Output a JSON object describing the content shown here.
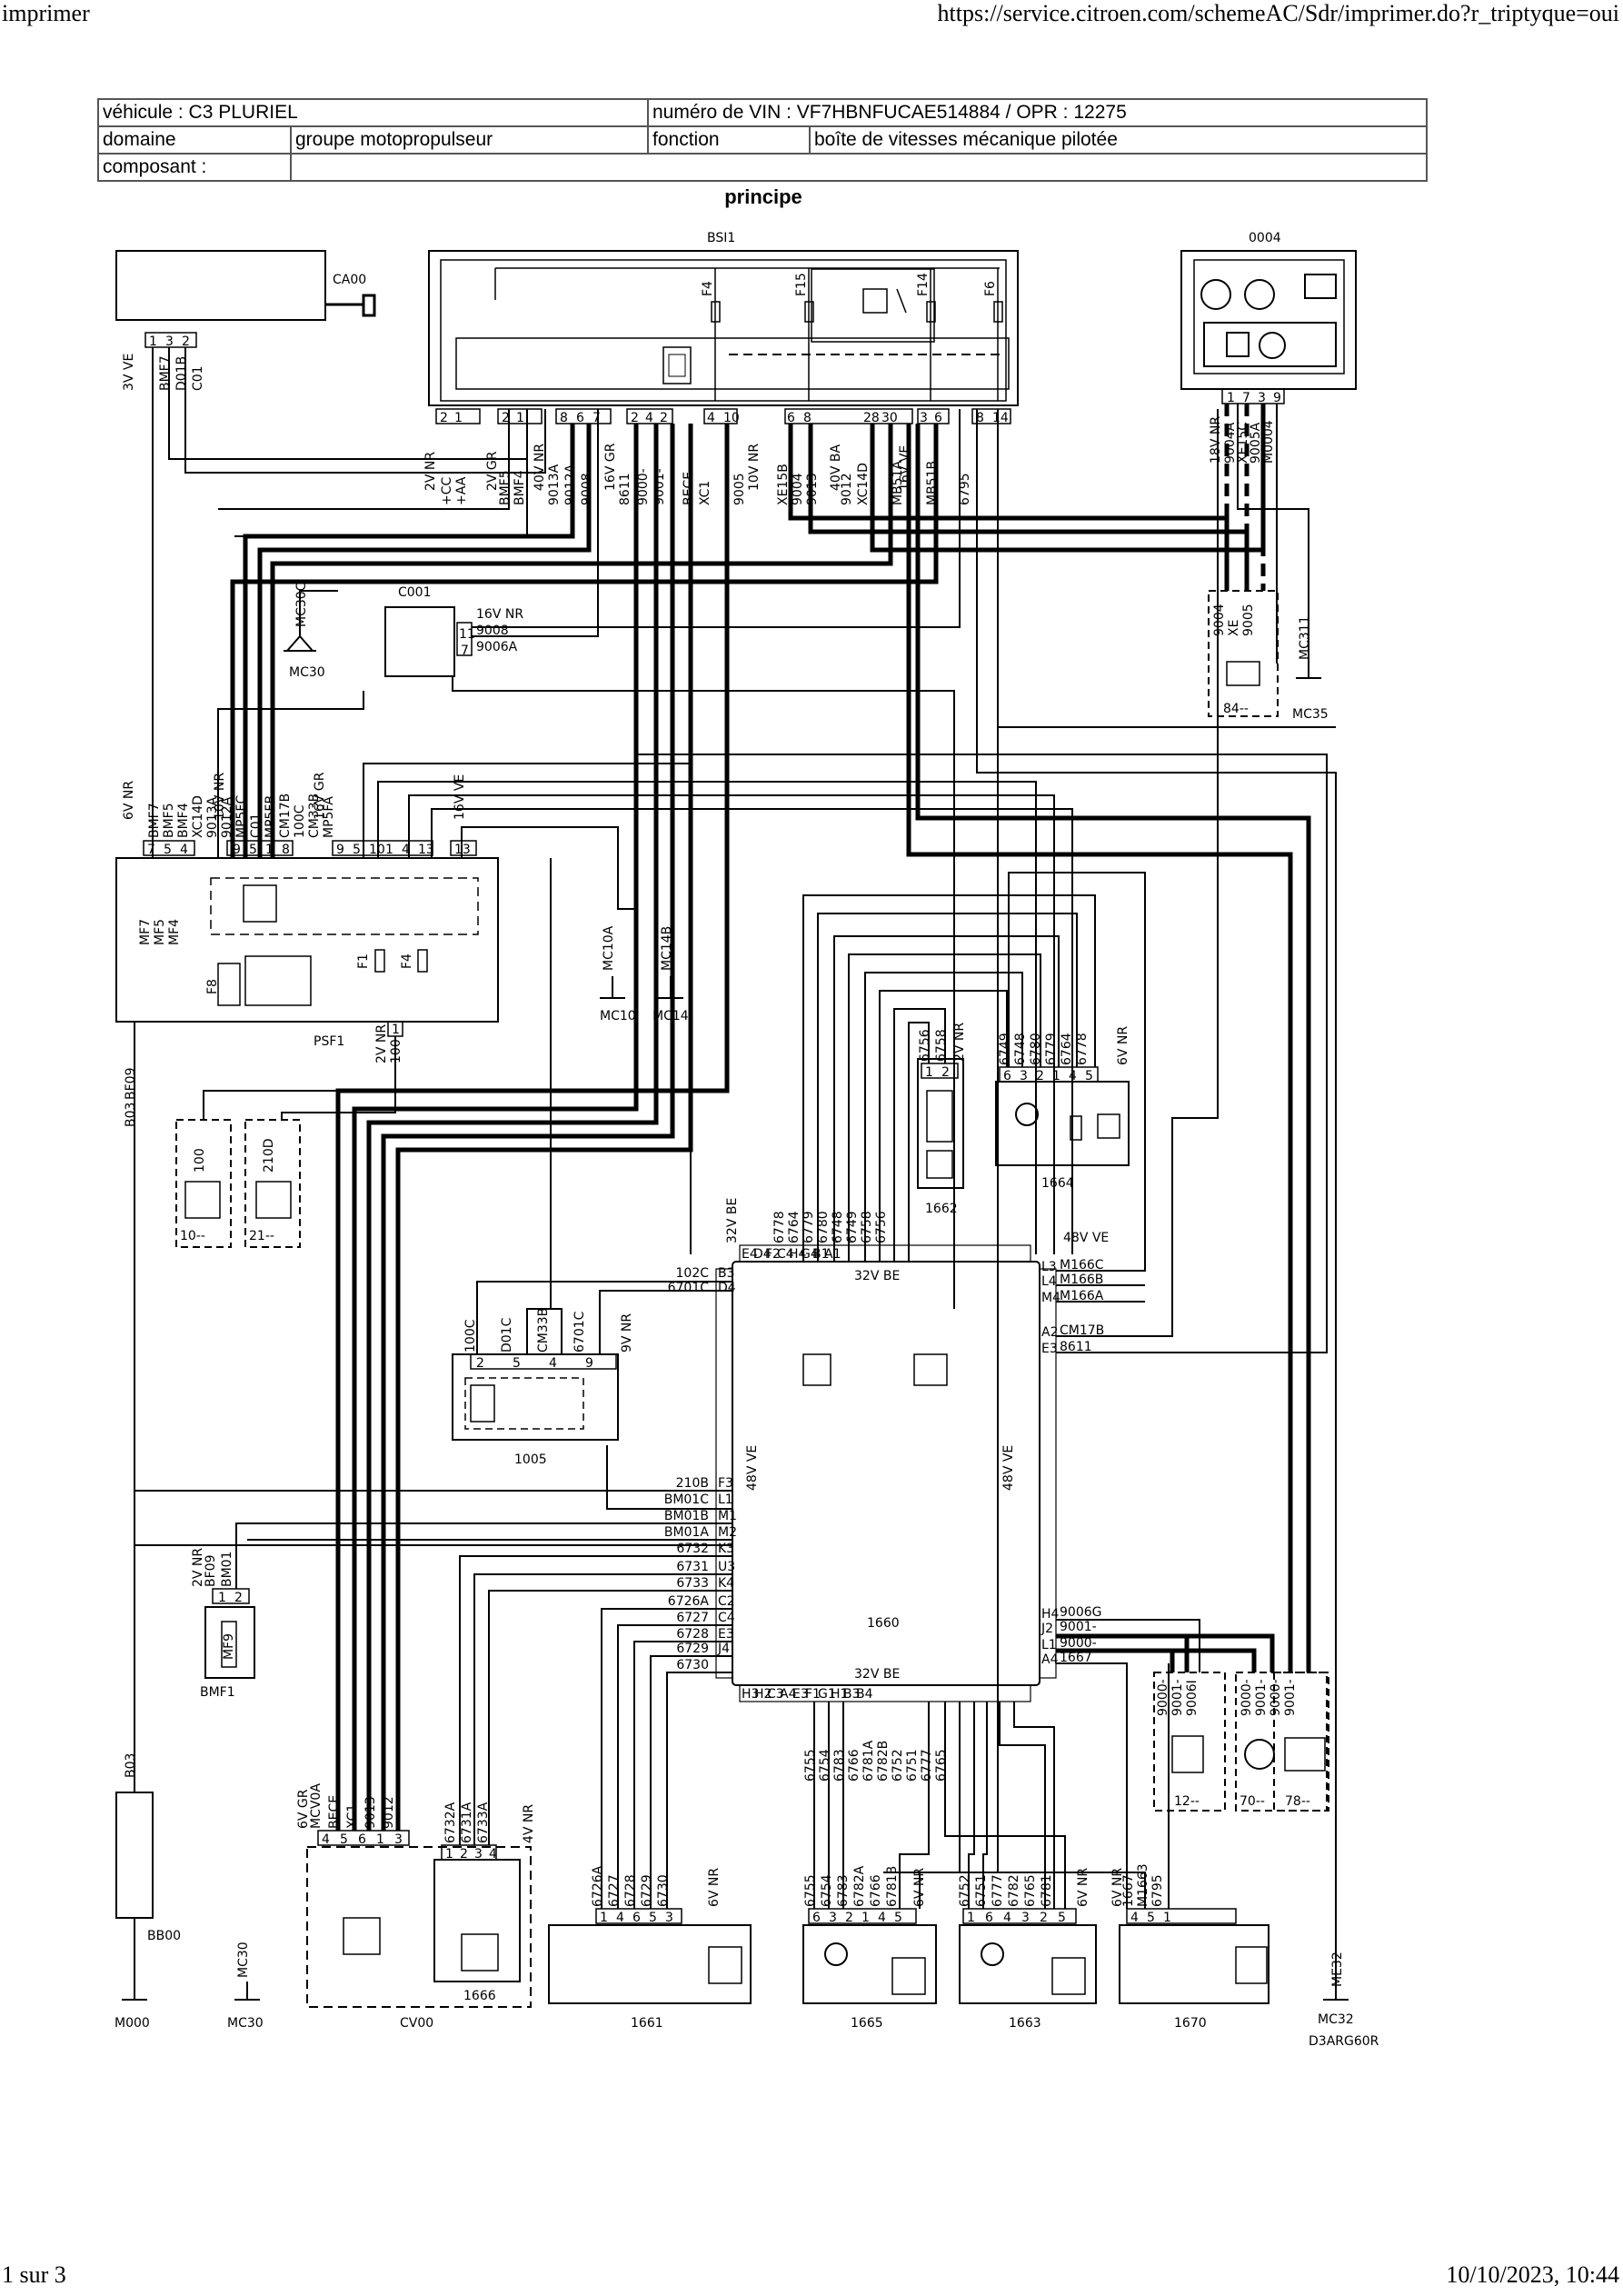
{
  "page": {
    "header_left": "imprimer",
    "header_right": "https://service.citroen.com/schemeAC/Sdr/imprimer.do?r_triptyque=oui",
    "footer_left": "1 sur 3",
    "footer_right": "10/10/2023, 10:44"
  },
  "info": {
    "vehicle": "véhicule : C3 PLURIEL",
    "vin": "numéro de VIN : VF7HBNFUCAE514884 / OPR : 12275",
    "domain_label": "domaine",
    "domain_value": "groupe motopropulseur",
    "function_label": "fonction",
    "function_value": "boîte de vitesses mécanique pilotée",
    "component_label": "composant :",
    "component_value": ""
  },
  "diagram": {
    "title": "principe",
    "reference": "D3ARG60R",
    "components": {
      "bsi": "BSI1",
      "c0004": "0004",
      "ca00": "CA00",
      "c001": "C001",
      "psf1": "PSF1",
      "c1660": "1660",
      "c1005": "1005",
      "c1662": "1662",
      "c1664": "1664",
      "bmf1": "BMF1",
      "bb00": "BB00",
      "cv00": "CV00",
      "c1666": "1666",
      "c1661": "1661",
      "c1665": "1665",
      "c1663": "1663",
      "c1670": "1670",
      "c84": "84--",
      "c10": "10--",
      "c21": "21--",
      "c12": "12--",
      "c70": "70--",
      "c78": "78--"
    },
    "grounds": {
      "mc30c": "MC30C",
      "mc30": "MC30",
      "mc10a": "MC10A",
      "mc14b": "MC14B",
      "mc10": "MC10",
      "mc14": "MC14",
      "mc311": "MC311",
      "mc35": "MC35",
      "m000": "M000",
      "mc30b": "MC30",
      "mc30b2": "MC30",
      "me32": "ME32",
      "me32b": "MC32"
    },
    "bsi": {
      "fuses": [
        "F4",
        "F15",
        "F14",
        "F6"
      ],
      "pins": [
        "2",
        "1",
        "2",
        "1",
        "8",
        "6",
        "7",
        "2",
        "4",
        "2",
        "4",
        "10",
        "6",
        "8",
        "28",
        "30",
        "3",
        "6",
        "8",
        "14"
      ],
      "conn1": "2V NR",
      "conn2": "2V GR",
      "conn3": "40V NR",
      "conn4": "16V GR",
      "conn5": "10V NR",
      "conn6": "40V BA",
      "conn7": "16V VE",
      "wires": [
        "+CC",
        "+AA",
        "BMF5",
        "BMF4",
        "9013A",
        "9012A",
        "9008",
        "8611",
        "9000-",
        "9001-",
        "BECE",
        "XC1",
        "9005",
        "XE15B",
        "9004",
        "9013",
        "9012",
        "XC14D",
        "MB51A",
        "MB51B",
        "6795"
      ]
    },
    "c0004": {
      "conn": "18V NR",
      "pins": [
        "1",
        "7",
        "3",
        "9"
      ],
      "wires": [
        "9004A",
        "XE15C",
        "9005A",
        "M0004"
      ]
    },
    "c84": {
      "wires": [
        "9004",
        "XE",
        "9005"
      ]
    },
    "ca00": {
      "conn": "3V VE",
      "pins": [
        "1",
        "3",
        "2"
      ],
      "wires": [
        "BMF7",
        "D01B",
        "C01"
      ]
    },
    "c001": {
      "conn": "16V NR",
      "pins": [
        "11",
        "7"
      ],
      "wires": [
        "9008",
        "9006A"
      ]
    },
    "psf1": {
      "conn1": "6V NR",
      "conn2": "10V NR",
      "conn3": "16V GR",
      "conn4": "16V VE",
      "pins": [
        "7",
        "5",
        "4",
        "9",
        "5",
        "1",
        "8",
        "9",
        "5",
        "10",
        "1",
        "4",
        "13"
      ],
      "wires": [
        "BMF7",
        "BMF5",
        "BMF4",
        "XC14D",
        "9013A",
        "9012A",
        "MP5FC",
        "C01",
        "MP5FB",
        "CM17B",
        "100C",
        "CM33B",
        "MP5FA"
      ],
      "fuses": [
        "MF7",
        "MF5",
        "MF4",
        "F8",
        "F1",
        "F4"
      ],
      "bottom_pin": "1",
      "bottom_conn": "2V NR",
      "bottom_wire": "100",
      "left_wire": "BF09"
    },
    "c10": {
      "wire": "100"
    },
    "c21": {
      "wire": "210D"
    },
    "b03": "B03",
    "c1662": {
      "conn": "2V NR",
      "pins": [
        "1",
        "2"
      ],
      "wires": [
        "6756",
        "6758"
      ]
    },
    "c1664": {
      "conn": "6V NR",
      "pins": [
        "6",
        "3",
        "2",
        "1",
        "4",
        "5"
      ],
      "wires": [
        "6749",
        "6748",
        "6780",
        "6779",
        "6764",
        "6778"
      ]
    },
    "c1660": {
      "conn_top": "32V BE",
      "conn_top_inner": "32V BE",
      "conn_right_top": "48V VE",
      "conn_left": "48V VE",
      "conn_right": "48V VE",
      "conn_bottom": "32V BE",
      "top_pins": [
        "E4",
        "D4",
        "F2",
        "C4",
        "H4",
        "G4",
        "B1",
        "A1"
      ],
      "top_wires": [
        "6778",
        "6764",
        "6779",
        "6780",
        "6748",
        "6749",
        "6758",
        "6756"
      ],
      "left_top_pins": [
        "B3",
        "D4"
      ],
      "left_top_wires": [
        "102C",
        "6701C"
      ],
      "left_bottom_pins": [
        "F3",
        "L1",
        "M1",
        "M2",
        "K3",
        "U3",
        "K4",
        "C2",
        "C4",
        "E3",
        "J4"
      ],
      "left_bottom_wires": [
        "210B",
        "BM01C",
        "BM01B",
        "BM01A",
        "6732",
        "6731",
        "6733",
        "6726A",
        "6727",
        "6728",
        "6729",
        "6730"
      ],
      "right_top_pins": [
        "L3",
        "L4",
        "M4",
        "A2",
        "E3"
      ],
      "right_top_wires": [
        "M166C",
        "M166B",
        "M166A",
        "CM17B",
        "8611"
      ],
      "right_bottom_pins": [
        "H4",
        "J2",
        "L1",
        "A4"
      ],
      "right_bottom_wires": [
        "9006G",
        "9001-",
        "9000-",
        "1667"
      ],
      "bottom_pins": [
        "H3",
        "H2",
        "C3",
        "A4",
        "E3",
        "F1",
        "G1",
        "H1",
        "B3",
        "B4"
      ],
      "bottom_wires": [
        "6755",
        "6754",
        "6783",
        "6766",
        "6781A",
        "6782B",
        "6752",
        "6751",
        "6777",
        "6765"
      ]
    },
    "c1005": {
      "conn": "9V NR",
      "pins": [
        "2",
        "5",
        "4",
        "9"
      ],
      "wires": [
        "100C",
        "D01C",
        "CM33B",
        "6701C"
      ]
    },
    "bmf1": {
      "conn": "2V NR",
      "pins": [
        "1",
        "2"
      ],
      "wires": [
        "BF09",
        "BM01"
      ],
      "fuse": "MF9"
    },
    "cv00": {
      "conn": "6V GR",
      "pins": [
        "4",
        "5",
        "6",
        "1",
        "3"
      ],
      "wires": [
        "MCV0A",
        "BECE",
        "XC1",
        "9013",
        "9012"
      ]
    },
    "c1666": {
      "conn": "4V NR",
      "pins": [
        "1",
        "2",
        "3",
        "4"
      ],
      "wires": [
        "6732A",
        "6731A",
        "6733A"
      ]
    },
    "c1661": {
      "conn": "6V NR",
      "pins": [
        "1",
        "4",
        "6",
        "5",
        "3"
      ],
      "wires": [
        "6726A",
        "6727",
        "6728",
        "6729",
        "6730"
      ]
    },
    "c1665": {
      "conn": "6V NR",
      "pins": [
        "6",
        "3",
        "2",
        "1",
        "4",
        "5"
      ],
      "wires": [
        "6755",
        "6754",
        "6783",
        "6782A",
        "6766",
        "6781B"
      ]
    },
    "c1663": {
      "conn": "6V NR",
      "pins": [
        "1",
        "6",
        "4",
        "3",
        "2",
        "5"
      ],
      "wires": [
        "6752",
        "6751",
        "6777",
        "6782",
        "6765",
        "6781"
      ]
    },
    "c1670": {
      "conn": "6V NR",
      "pins": [
        "4",
        "5",
        "1"
      ],
      "wires": [
        "1667",
        "M1663",
        "6795"
      ]
    },
    "c12": {
      "wires": [
        "9000-",
        "9001-",
        "9006I"
      ]
    },
    "c70": {
      "wires": [
        "9000-",
        "9001-",
        "9000-",
        "9001-"
      ]
    }
  }
}
